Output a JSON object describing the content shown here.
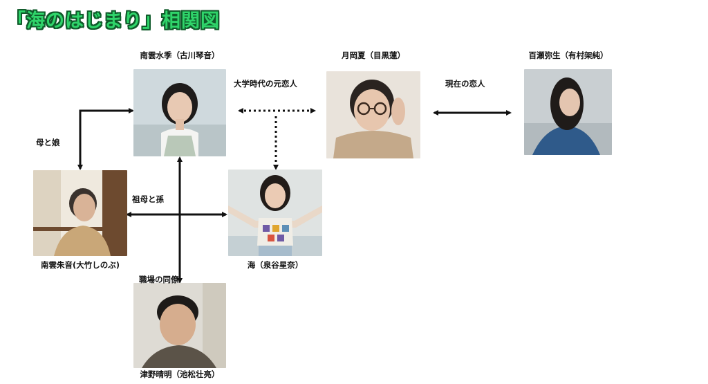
{
  "title": "「海のはじまり」相関図",
  "people": {
    "mizuki": "南雲水季（古川琴音）",
    "natsu": "月岡夏（目黒蓮）",
    "yayoi": "百瀬弥生（有村架純）",
    "shuko": "南雲朱音(大竹しのぶ)",
    "umi": "海（泉谷星奈）",
    "tsuno": "津野晴明（池松壮亮）"
  },
  "relations": {
    "ex_lovers": "大学時代の元恋人",
    "current_lovers": "現在の恋人",
    "mother_daughter": "母と娘",
    "grandmother_grandchild": "祖母と孫",
    "coworkers": "職場の同僚"
  }
}
